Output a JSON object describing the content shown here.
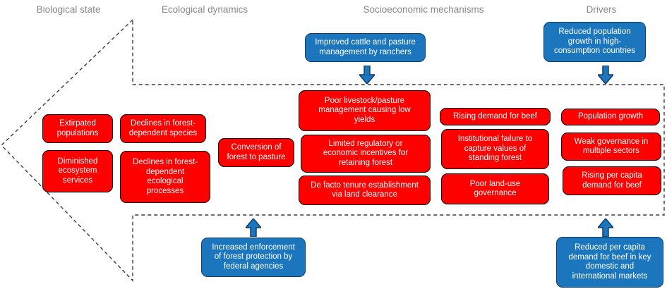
{
  "diagram_title_columns": {
    "headers": [
      {
        "label": "Biological state"
      },
      {
        "label": "Ecological dynamics"
      },
      {
        "label": "Socioeconomic mechanisms"
      },
      {
        "label": "Drivers"
      }
    ]
  },
  "red_boxes": [
    {
      "label": "Extirpated populations"
    },
    {
      "label": "Diminished ecosystem services"
    },
    {
      "label": "Declines in forest-dependent species"
    },
    {
      "label": "Declines in forest-dependent ecological processes"
    },
    {
      "label": "Conversion of forest to pasture"
    },
    {
      "label": "Poor livestock/pasture management causing low yields"
    },
    {
      "label": "Limited regulatory or economic incentives for retaining forest"
    },
    {
      "label": "De facto tenure establishment via land clearance"
    },
    {
      "label": "Rising demand for beef"
    },
    {
      "label": "Institutional failure to capture values of standing forest"
    },
    {
      "label": "Poor land-use governance"
    },
    {
      "label": "Population growth"
    },
    {
      "label": "Weak governance in multiple sectors"
    },
    {
      "label": "Rising per capita demand for beef"
    }
  ],
  "blue_boxes": [
    {
      "label": "Improved cattle and pasture management by ranchers"
    },
    {
      "label": "Reduced population growth in high-consumption countries"
    },
    {
      "label": "Increased enforcement of forest protection by federal agencies"
    },
    {
      "label": "Reduced per capita demand for beef in key domestic and international markets"
    }
  ],
  "icons": {
    "down_arrow": "block-arrow-down",
    "up_arrow": "block-arrow-up",
    "flow_arrow": "dashed-left-pointing-arrow-outline"
  },
  "colors": {
    "red_box_fill": "#FE0000",
    "red_box_border": "#000000",
    "blue_box_fill": "#1B76BE",
    "blue_box_border": "#0F3D6B",
    "box_text": "#FFFFFF",
    "header_text": "#8A8A8A",
    "dashed_outline": "#3C3C3C"
  }
}
